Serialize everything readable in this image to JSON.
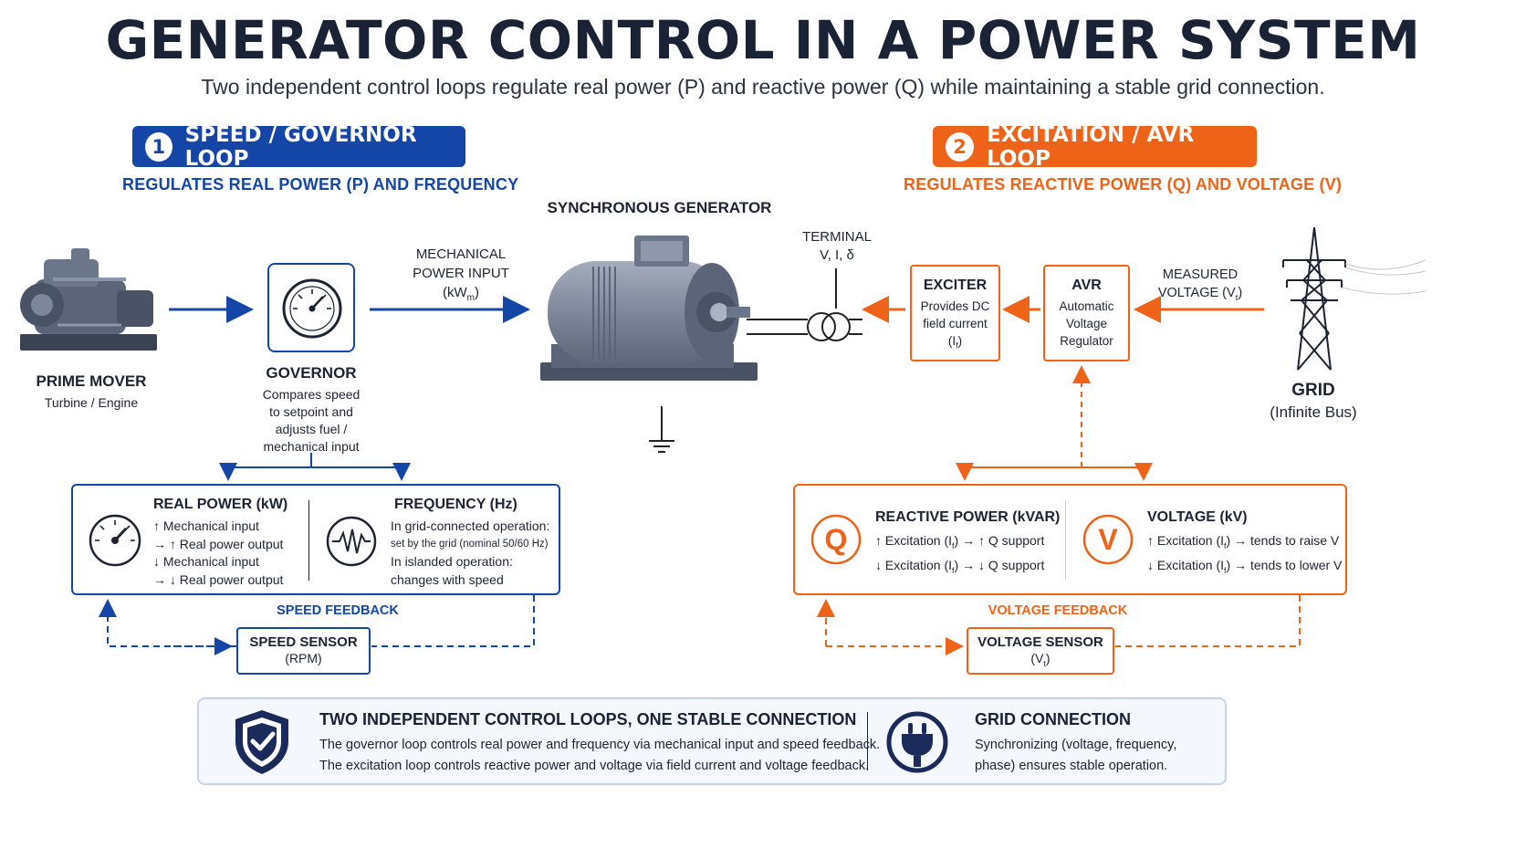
{
  "header": {
    "title": "GENERATOR CONTROL IN A POWER SYSTEM",
    "subtitle": "Two independent control loops regulate real power (P) and reactive power (Q) while maintaining a stable grid connection."
  },
  "loop1": {
    "number": "1",
    "label": "SPEED / GOVERNOR LOOP",
    "subtitle": "REGULATES REAL POWER (P) AND FREQUENCY",
    "color": "#1446a8"
  },
  "loop2": {
    "number": "2",
    "label": "EXCITATION / AVR LOOP",
    "subtitle": "REGULATES REACTIVE POWER (Q) AND VOLTAGE (V)",
    "color": "#ef6318"
  },
  "prime_mover": {
    "title": "PRIME MOVER",
    "desc": "Turbine / Engine"
  },
  "governor": {
    "title": "GOVERNOR",
    "desc": [
      "Compares speed",
      "to setpoint and",
      "adjusts fuel /",
      "mechanical input"
    ]
  },
  "mech_input": {
    "line1": "MECHANICAL",
    "line2": "POWER INPUT",
    "unit": "(kW",
    "unit_sub": "m",
    "unit_close": ")"
  },
  "generator": {
    "title": "SYNCHRONOUS GENERATOR"
  },
  "terminal": {
    "line1": "TERMINAL",
    "line2": "V, I, δ"
  },
  "exciter": {
    "title": "EXCITER",
    "desc": [
      "Provides DC",
      "field current"
    ],
    "symbol": "(I",
    "symbol_sub": "f",
    "symbol_close": ")"
  },
  "avr": {
    "title": "AVR",
    "desc": [
      "Automatic",
      "Voltage",
      "Regulator"
    ]
  },
  "measured": {
    "line1": "MEASURED",
    "line2": "VOLTAGE (V",
    "sub": "t",
    "close": ")"
  },
  "grid": {
    "title": "GRID",
    "desc": "(Infinite Bus)"
  },
  "real_power": {
    "title": "REAL POWER (kW)",
    "lines": [
      "↑ Mechanical input",
      "→ ↑ Real power output",
      "↓ Mechanical input",
      "→ ↓ Real power output"
    ]
  },
  "frequency": {
    "title": "FREQUENCY (Hz)",
    "lines": [
      "In grid-connected operation:",
      "set by the grid (nominal 50/60 Hz)",
      "In islanded operation:",
      "changes with speed"
    ]
  },
  "speed_feedback": "SPEED FEEDBACK",
  "speed_sensor": {
    "title": "SPEED SENSOR",
    "unit": "(RPM)"
  },
  "reactive_power": {
    "title": "REACTIVE POWER (kVAR)",
    "icon_letter": "Q",
    "line1_a": "↑ Excitation (I",
    "line1_b": ") → ↑ Q support",
    "line2_a": "↓ Excitation (I",
    "line2_b": ") → ↓ Q support",
    "sub": "f"
  },
  "voltage": {
    "title": "VOLTAGE (kV)",
    "icon_letter": "V",
    "line1_a": "↑ Excitation (I",
    "line1_b": ") → tends to raise V",
    "line2_a": "↓ Excitation (I",
    "line2_b": ") → tends to lower V",
    "sub": "f"
  },
  "voltage_feedback": "VOLTAGE FEEDBACK",
  "voltage_sensor": {
    "title": "VOLTAGE SENSOR",
    "unit": "(V",
    "sub": "t",
    "close": ")"
  },
  "summary": {
    "title": "TWO INDEPENDENT CONTROL LOOPS, ONE STABLE CONNECTION",
    "line1": "The governor loop controls real power and frequency via mechanical input and speed feedback.",
    "line2": "The excitation loop controls reactive power and voltage via field current and voltage feedback."
  },
  "grid_connection": {
    "title": "GRID CONNECTION",
    "line1": "Synchronizing (voltage, frequency,",
    "line2": "phase) ensures stable operation."
  },
  "icons": [
    "prime-mover-icon",
    "gauge-icon",
    "generator-icon",
    "ground-icon",
    "transformer-icon",
    "tower-icon",
    "speedometer-icon",
    "waveform-icon",
    "q-icon",
    "v-icon",
    "shield-check-icon",
    "plug-icon"
  ]
}
